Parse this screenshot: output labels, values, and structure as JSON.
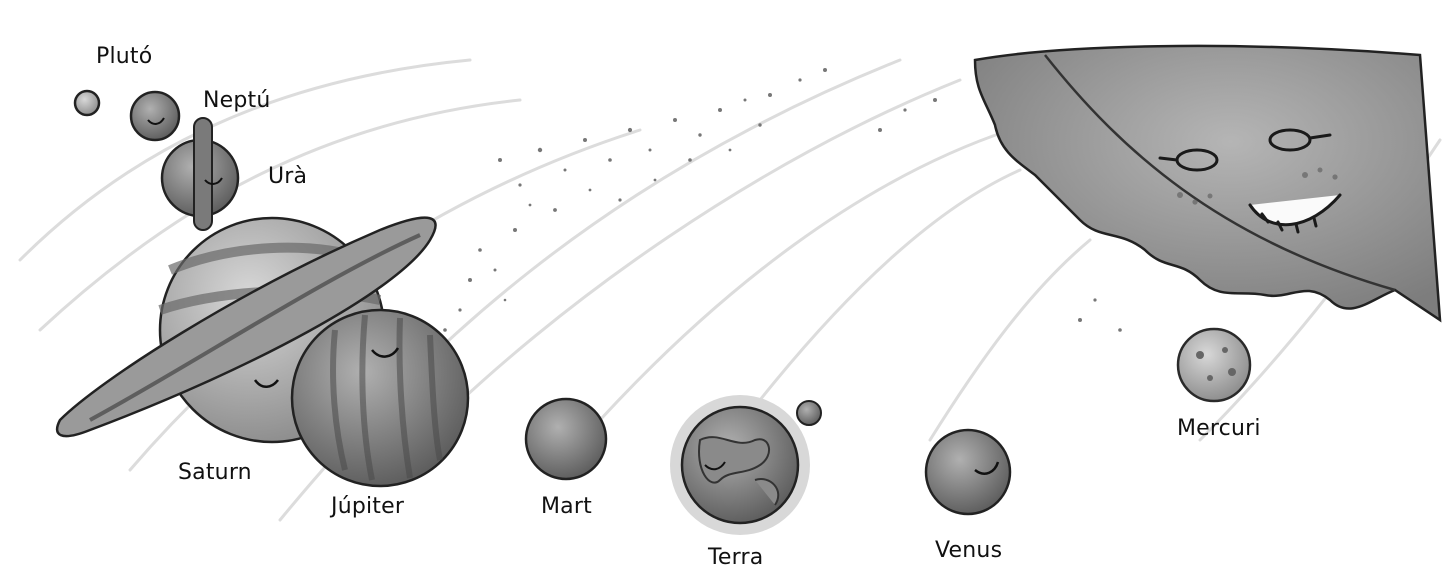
{
  "planets": {
    "pluto": {
      "label": "Plutó"
    },
    "neptune": {
      "label": "Neptú"
    },
    "uranus": {
      "label": "Urà"
    },
    "saturn": {
      "label": "Saturn"
    },
    "jupiter": {
      "label": "Júpiter"
    },
    "mars": {
      "label": "Mart"
    },
    "earth": {
      "label": "Terra"
    },
    "venus": {
      "label": "Venus"
    },
    "mercury": {
      "label": "Mercuri"
    }
  },
  "colors": {
    "ink": "#111111",
    "sun": "#8f8f8f",
    "orbit": "#d9d9d9"
  },
  "icons": {
    "sun": "smiling-sun-face-icon",
    "earth": "earth-globe-icon"
  }
}
